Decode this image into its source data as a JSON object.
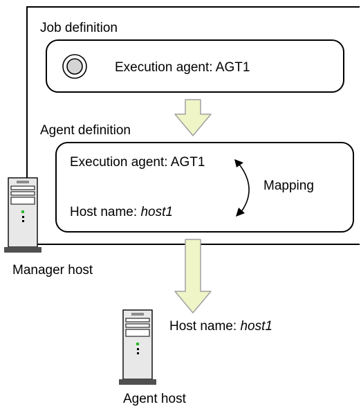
{
  "job_definition": {
    "title": "Job definition",
    "execution_agent": "Execution agent: AGT1"
  },
  "agent_definition": {
    "title": "Agent definition",
    "execution_agent": "Execution agent: AGT1",
    "mapping_label": "Mapping",
    "host_name_prefix": "Host name: ",
    "host_name_value": "host1"
  },
  "manager_host": {
    "label": "Manager host"
  },
  "agent_host": {
    "label": "Agent host",
    "host_name_prefix": "Host name: ",
    "host_name_value": "host1"
  },
  "colors": {
    "arrow_fill": "#f0f5c8",
    "arrow_stroke": "#a0a0a0",
    "server_body": "#e8e8e8",
    "server_base": "#505050",
    "server_led": "#2eb82e"
  },
  "icons": [
    "job-icon",
    "mapping-arrow-icon",
    "down-arrow-icon",
    "server-icon"
  ]
}
